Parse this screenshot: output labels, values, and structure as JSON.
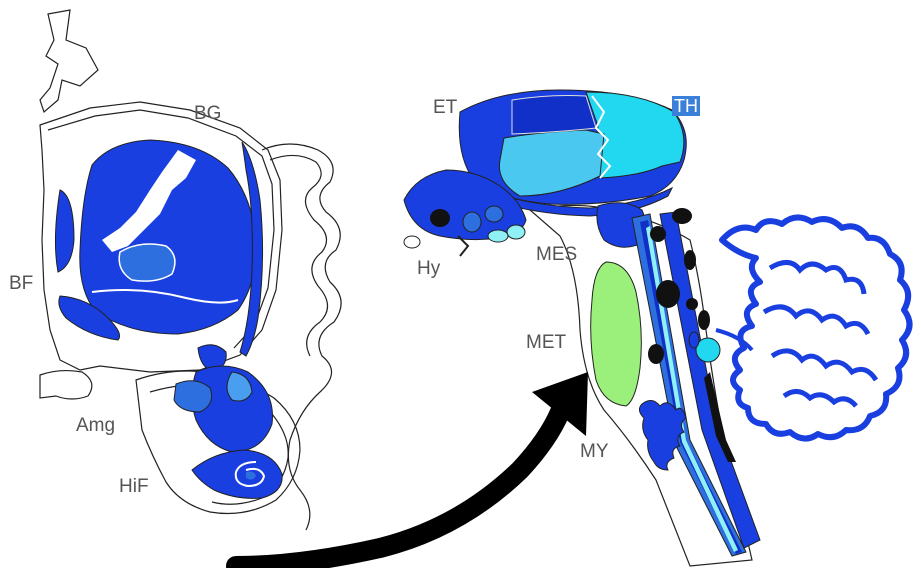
{
  "labels": {
    "bg": "BG",
    "bf": "BF",
    "amg": "Amg",
    "hif": "HiF",
    "et": "ET",
    "th": "TH",
    "hy": "Hy",
    "mes": "MES",
    "met": "MET",
    "my": "MY"
  },
  "colors": {
    "royal_blue": "#1a3fe0",
    "dark_blue": "#1030c8",
    "mid_blue": "#2e6fe0",
    "light_blue": "#4a9ef0",
    "cyan": "#22d8f0",
    "pale_cyan": "#8ff0f5",
    "light_green": "#9af07a",
    "outline": "#222222",
    "arrow": "#000000"
  }
}
